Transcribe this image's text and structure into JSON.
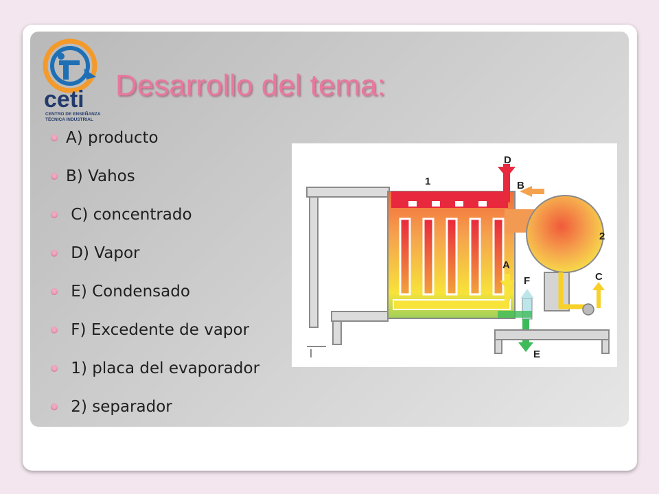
{
  "slide": {
    "title": "Desarrollo del tema:",
    "logo": {
      "icon": "ceti-logo",
      "wordmark": "ceti",
      "line1": "CENTRO DE ENSEÑANZA",
      "line2": "TÉCNICA INDUSTRIAL",
      "colors": {
        "ring": "#f39a2b",
        "mark": "#1f6fb5",
        "text": "#233a6b"
      }
    },
    "bullets": [
      "A) producto",
      "B) Vahos",
      " C) concentrado",
      " D) Vapor",
      " E) Condensado",
      " F) Excedente de vapor",
      " 1) placa del evaporador",
      " 2) separador"
    ],
    "colors": {
      "title": "#e8789e",
      "bullet": "#f0a8c2"
    }
  },
  "diagram": {
    "labels": {
      "plate": "1",
      "separator": "2",
      "A": "A",
      "B": "B",
      "C": "C",
      "D": "D",
      "E": "E",
      "F": "F"
    },
    "colors": {
      "hot": "#e8283c",
      "mid": "#f3a24a",
      "cool": "#f3ea2a",
      "condensate": "#3dbb5a",
      "frame": "#cfcfcf",
      "outline": "#7a7a7a"
    }
  }
}
